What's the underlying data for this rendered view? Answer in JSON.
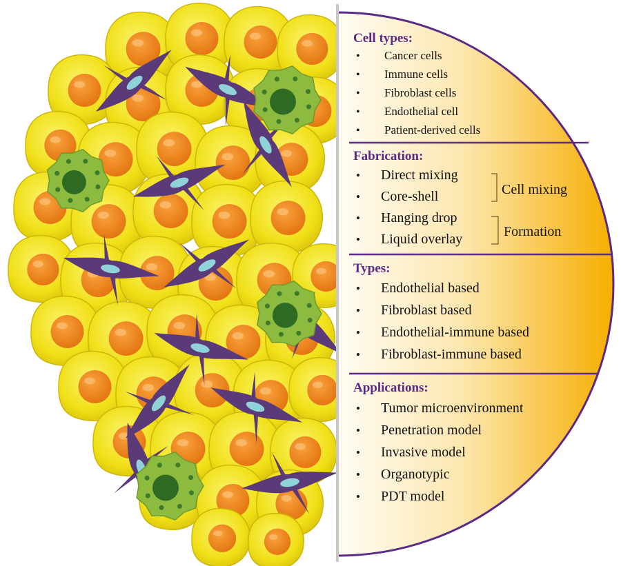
{
  "colors": {
    "cell_body": "#f2e21a",
    "cell_nucleus": "#f08a1a",
    "fibroblast": "#5a3a78",
    "fibroblast_nucleus": "#8fd3d8",
    "immune_cell": "#8dbb3f",
    "immune_nucleus": "#2f6a22",
    "panel_border": "#5b2a86",
    "panel_gradient_light": "#fffaf0",
    "panel_gradient_dark": "#f7b500"
  },
  "sections": [
    {
      "title": "Cell types:",
      "items": [
        "Cancer cells",
        "Immune cells",
        "Fibroblast cells",
        "Endothelial cell",
        "Patient-derived cells"
      ]
    },
    {
      "title": "Fabrication:",
      "items": [
        "Direct mixing",
        "Core-shell",
        "Hanging drop",
        "Liquid overlay"
      ],
      "groups": [
        {
          "label": "Cell mixing",
          "covers": [
            "Direct mixing",
            "Core-shell"
          ]
        },
        {
          "label": "Formation",
          "covers": [
            "Hanging drop",
            "Liquid overlay"
          ]
        }
      ]
    },
    {
      "title": "Types:",
      "items": [
        "Endothelial based",
        "Fibroblast based",
        "Endothelial-immune based",
        "Fibroblast-immune based"
      ]
    },
    {
      "title": "Applications:",
      "items": [
        "Tumor microenvironment",
        "Penetration model",
        "Invasive model",
        "Organotypic",
        "PDT model"
      ]
    }
  ]
}
